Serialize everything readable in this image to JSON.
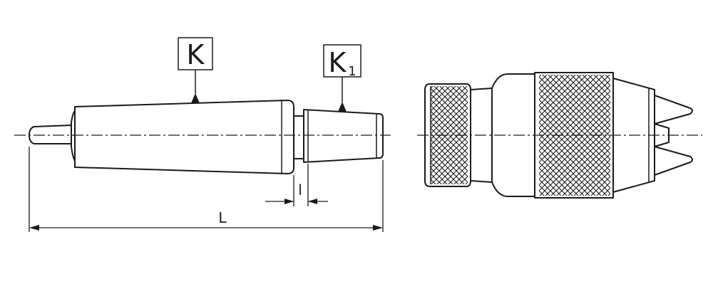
{
  "labels": {
    "taper_main": "K",
    "taper_secondary": "K",
    "taper_secondary_subscript": "1",
    "length_short": "l",
    "length_total": "L"
  },
  "colors": {
    "line": "#1a1a1a",
    "fill": "#ffffff",
    "background": "#ffffff"
  }
}
